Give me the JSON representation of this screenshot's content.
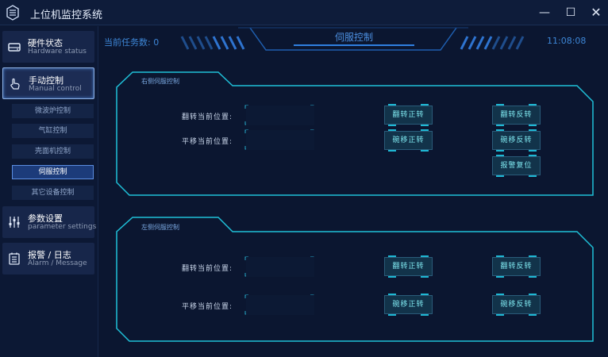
{
  "app": {
    "title": "上位机监控系统"
  },
  "window": {
    "minimize": "—",
    "maximize": "☐",
    "close": "✕"
  },
  "sidebar": {
    "groups": [
      {
        "zh": "硬件状态",
        "en": "Hardware status"
      },
      {
        "zh": "手动控制",
        "en": "Manual control"
      },
      {
        "zh": "参数设置",
        "en": "parameter settings"
      },
      {
        "zh": "报警 / 日志",
        "en": "Alarm / Message"
      }
    ],
    "subitems": [
      "微波炉控制",
      "气缸控制",
      "壳面机控制",
      "伺服控制",
      "其它设备控制"
    ]
  },
  "header": {
    "task_label": "当前任务数:",
    "task_count": "0",
    "title": "伺服控制",
    "time": "11:08:08"
  },
  "right_panel": {
    "title": "右侧伺服控制",
    "flip_label": "翻转当前位置:",
    "shift_label": "平移当前位置:",
    "flip_value": "",
    "shift_value": "",
    "btn_flip_forward": "翻转正转",
    "btn_flip_reverse": "翻转反转",
    "btn_shift_forward": "碗移正转",
    "btn_shift_reverse": "碗移反转",
    "btn_alarm_reset": "报警复位"
  },
  "left_panel": {
    "title": "左侧伺服控制",
    "flip_label": "翻转当前位置:",
    "shift_label": "平移当前位置:",
    "flip_value": "",
    "shift_value": "",
    "btn_flip_forward": "翻转正转",
    "btn_flip_reverse": "翻转反转",
    "btn_shift_forward": "碗移正转",
    "btn_shift_reverse": "碗移反转"
  },
  "colors": {
    "accent": "#1fb8d4",
    "header_blue": "#3d86d6",
    "background": "#0b1630"
  }
}
